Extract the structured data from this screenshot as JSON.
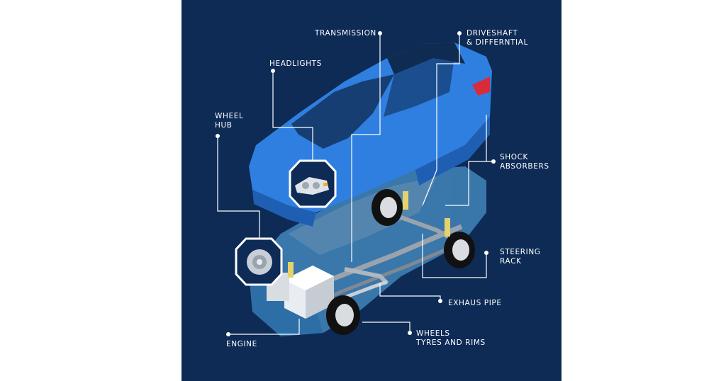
{
  "labels": {
    "transmission": "TRANSMISSION",
    "driveshaft_line1": "DRIVESHAFT",
    "driveshaft_line2": "& DIFFERNTIAL",
    "headlights": "HEADLIGHTS",
    "wheel_hub_line1": "WHEEL",
    "wheel_hub_line2": "HUB",
    "shock_line1": "SHOCK",
    "shock_line2": "ABSORBERS",
    "steering_line1": "STEERING",
    "steering_line2": "RACK",
    "exhaust": "EXHAUS PIPE",
    "wheels_line1": "WHEELS",
    "wheels_line2": "TYRES AND RIMS",
    "engine": "ENGINE"
  },
  "colors": {
    "background": "#0d2b55",
    "car_body": "#2f7fe0",
    "ghost_car": "#5fb6f2",
    "callout_line": "#ffffff"
  }
}
